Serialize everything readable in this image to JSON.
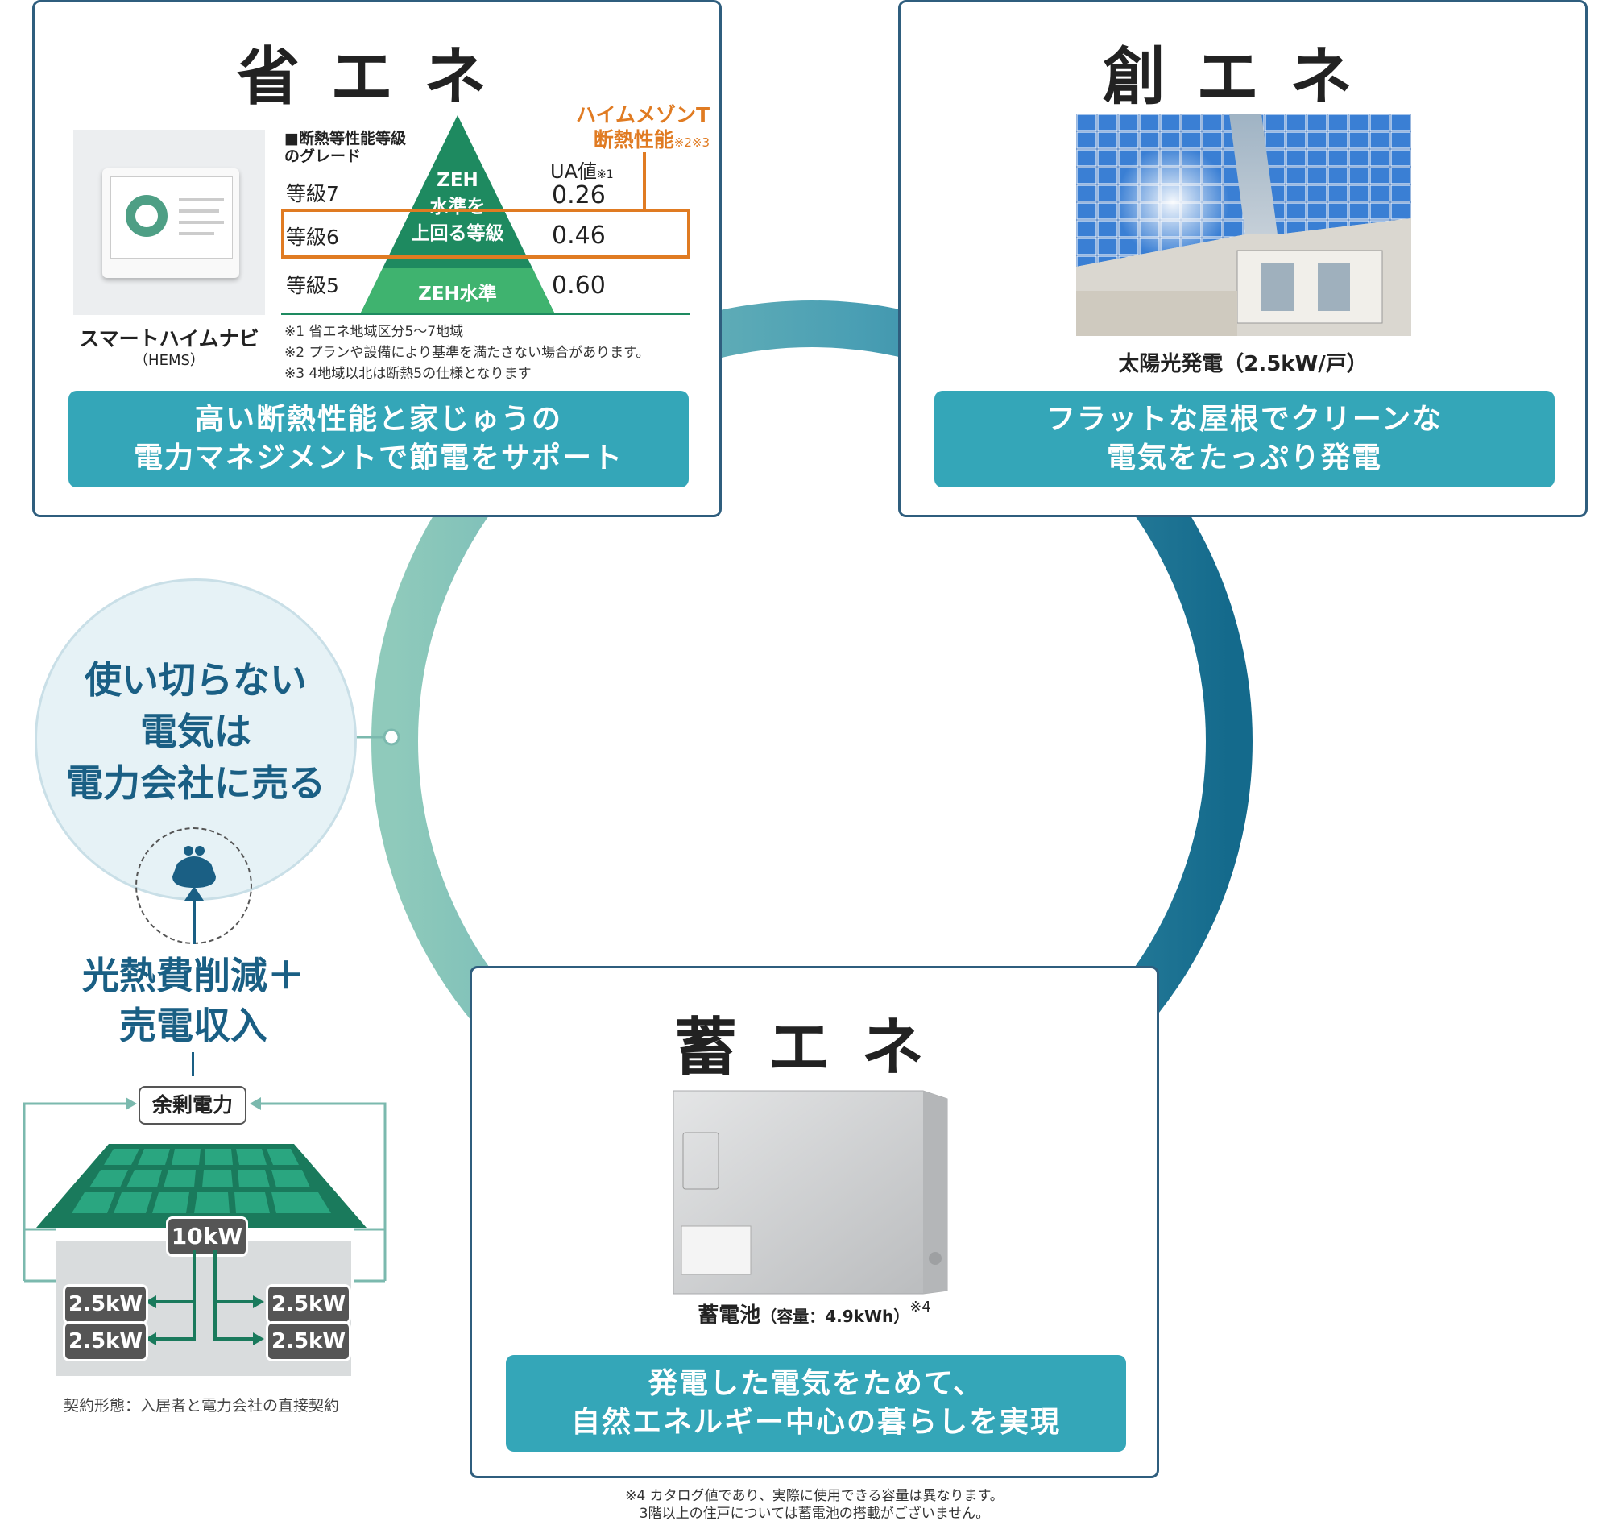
{
  "colors": {
    "card_border": "#2f5e7e",
    "banner_bg": "#34a6b8",
    "ring_light": "#8fcabb",
    "ring_mid": "#4a9fb4",
    "ring_dark": "#146a8c",
    "accent_orange": "#e07b22",
    "pyramid_green": "#1e8a60",
    "text_blue": "#1a5f84"
  },
  "save": {
    "title": "省エネ",
    "device_caption": "スマートハイムナビ",
    "device_sub": "（HEMS）",
    "grade_header_1": "■断熱等性能等級",
    "grade_header_2": "のグレード",
    "ua_header_1": "ハイムメゾンT",
    "ua_header_2": "断熱性能",
    "ua_header_note": "※2※3",
    "ua_label": "UA値",
    "ua_label_note": "※1",
    "pyramid_top_1": "ZEH",
    "pyramid_top_2": "水準を",
    "pyramid_top_3": "上回る等級",
    "pyramid_bottom": "ZEH水準",
    "rows": [
      {
        "grade": "等級7",
        "ua": "0.26"
      },
      {
        "grade": "等級6",
        "ua": "0.46"
      },
      {
        "grade": "等級5",
        "ua": "0.60"
      }
    ],
    "notes": [
      "※1 省エネ地域区分5～7地域",
      "※2 プランや設備により基準を満たさない場合があります。",
      "※3 4地域以北は断熱5の仕様となります"
    ],
    "banner_line1": "高い断熱性能と家じゅうの",
    "banner_line2": "電力マネジメントで節電をサポート"
  },
  "create": {
    "title": "創エネ",
    "photo_caption": "太陽光発電（2.5kW/戸）",
    "banner_line1": "フラットな屋根でクリーンな",
    "banner_line2": "電気をたっぷり発電"
  },
  "store": {
    "title": "蓄エネ",
    "caption_main": "蓄電池",
    "caption_sub": "（容量：4.9kWh）",
    "caption_note": "※4",
    "banner_line1": "発電した電気をためて、",
    "banner_line2": "自然エネルギー中心の暮らしを実現",
    "footnote_1": "※4 カタログ値であり、実際に使用できる容量は異なります。",
    "footnote_2": "3階以上の住戸については蓄電池の搭載がございません。"
  },
  "sell": {
    "bubble_line1": "使い切らない",
    "bubble_line2": "電気は",
    "bubble_line3": "電力会社に売る",
    "result_line1": "光熱費削減＋",
    "result_line2": "売電収入",
    "surplus_label": "余剰電力",
    "total_capacity": "10kW",
    "unit_capacity": "2.5kW",
    "contract": "契約形態：入居者と電力会社の直接契約"
  }
}
